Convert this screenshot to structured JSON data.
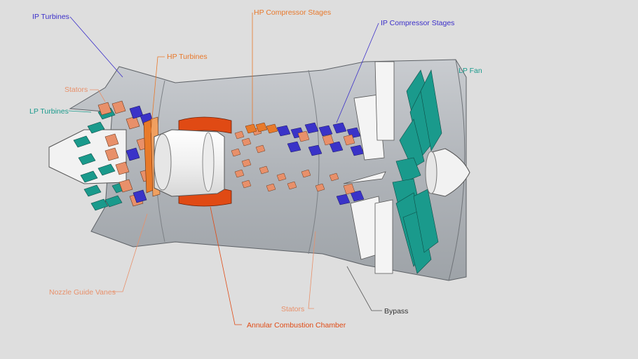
{
  "labels": {
    "ip_turbines": "IP Turbines",
    "hp_compressor_stages": "HP Compressor Stages",
    "ip_compressor_stages": "IP Compressor Stages",
    "hp_turbines": "HP Turbines",
    "lp_fan": "LP Fan",
    "stators_top": "Stators",
    "lp_turbines": "LP Turbines",
    "nozzle_guide_vanes": "Nozzle Guide Vanes",
    "stators_bottom": "Stators",
    "bypass": "Bypass",
    "annular_combustion_chamber": "Annular Combustion Chamber"
  },
  "colors": {
    "background": "#dedede",
    "casing": "#b5b9be",
    "casing_dark": "#8f949a",
    "spinner": "#f2f2f2",
    "lp_fan_blades": "#1a9a8c",
    "ip_blades": "#3a33c8",
    "hp_blades": "#e87a2a",
    "stator_blades": "#e8906a",
    "combustion": "#e04a14",
    "label_blue": "#3b2fc9",
    "label_orange": "#e8782a",
    "label_salmon": "#e8906a",
    "label_teal": "#1a9a8c",
    "label_red": "#e04a14",
    "label_black": "#333333"
  }
}
